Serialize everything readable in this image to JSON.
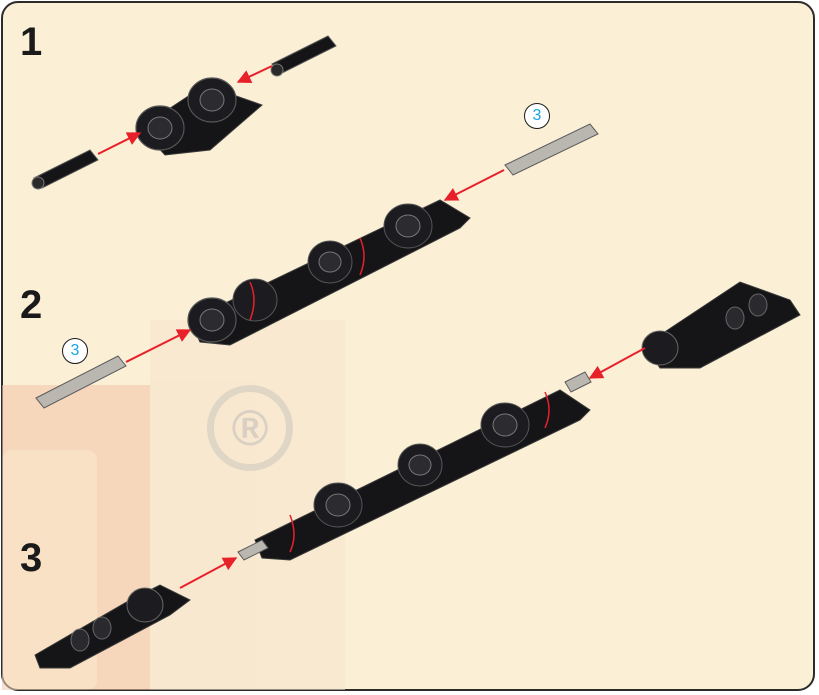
{
  "steps": [
    {
      "number": "1"
    },
    {
      "number": "2"
    },
    {
      "number": "3"
    }
  ],
  "quantity_labels": [
    "3",
    "3"
  ],
  "watermark": "®",
  "colors": {
    "panel_bg": "#fbefd5",
    "panel_border": "#2b2b2b",
    "part_black": "#151518",
    "part_gray": "#b9b7b0",
    "arrow_red": "#e8202a",
    "watermark_tint": "#f2b5a0"
  }
}
